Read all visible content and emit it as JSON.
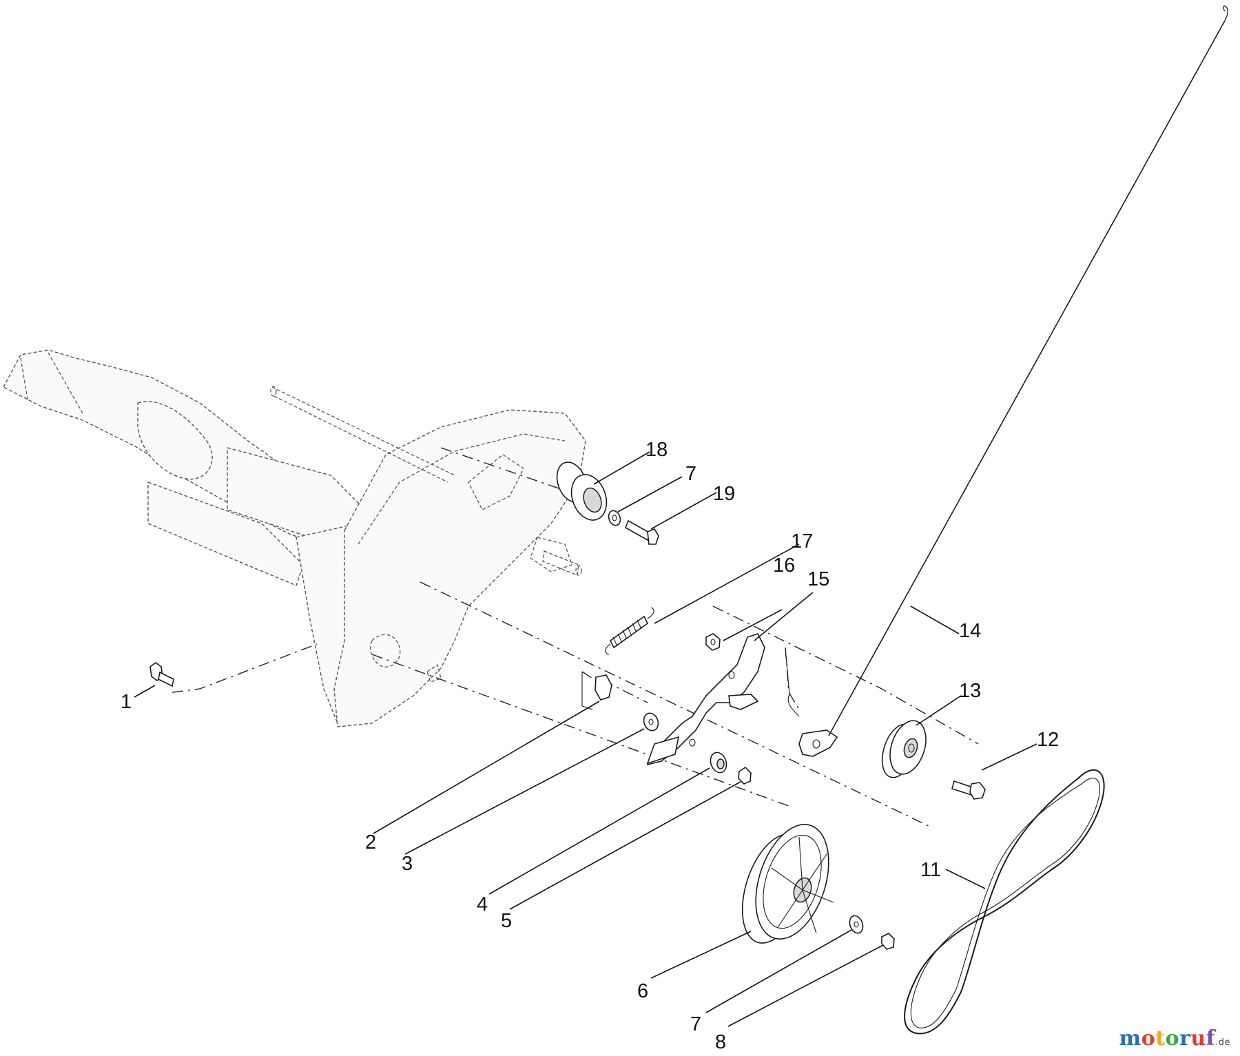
{
  "callouts": {
    "c1": "1",
    "c2": "2",
    "c3": "3",
    "c4": "4",
    "c5": "5",
    "c6": "6",
    "c7a": "7",
    "c7b": "7",
    "c8": "8",
    "c11": "11",
    "c12": "12",
    "c13": "13",
    "c14": "14",
    "c15": "15",
    "c16": "16",
    "c17": "17",
    "c18": "18",
    "c19": "19"
  },
  "brand": {
    "name": "motoruf",
    "suffix": ".de",
    "colors": [
      "#2e6db4",
      "#e23b2e",
      "#f2a81d",
      "#3aa547",
      "#2e6db4",
      "#e23b2e",
      "#7a4fb3"
    ]
  }
}
